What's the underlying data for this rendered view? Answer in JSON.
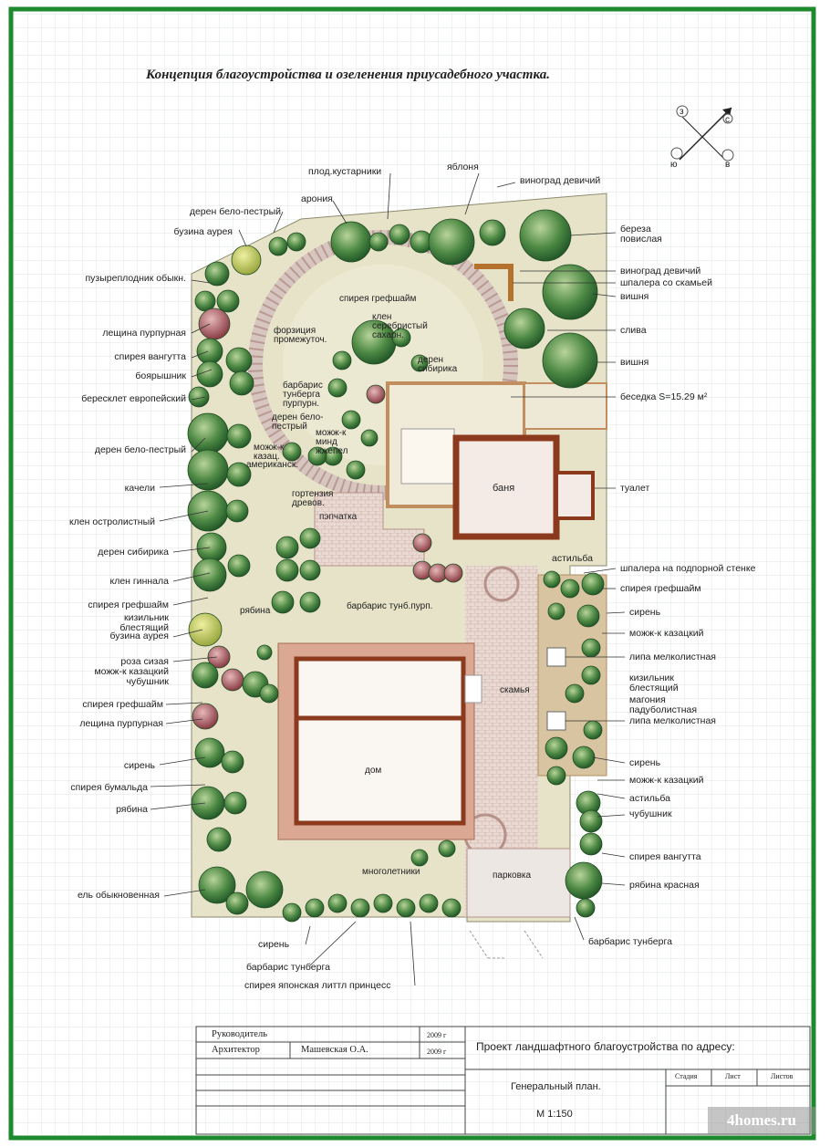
{
  "title": "Концепция благоустройства и озеленения приусадебного участка.",
  "compass": {
    "n": "с",
    "s": "ю",
    "w": "з",
    "e": "в"
  },
  "plants_left": [
    "дерен бело-пестрый",
    "бузина аурея",
    "пузыреплодник обыкн.",
    "лещина пурпурная",
    "спирея вангутта",
    "боярышник",
    "бересклет европейский",
    "дерен бело-пестрый",
    "качели",
    "клен остролистный",
    "дерен сибирика",
    "клен гиннала",
    "спирея грефшайм",
    "кизильник блестящий",
    "бузина аурея",
    "роза сизая",
    "можж-к казацкий",
    "чубушник",
    "спирея грефшайм",
    "лещина пурпурная",
    "сирень",
    "спирея бумальда",
    "рябина",
    "ель обыкновенная"
  ],
  "plants_top": [
    "плод.кустарники",
    "арония",
    "яблоня",
    "виноград девичий"
  ],
  "plants_right": [
    "береза повислая",
    "виноград девичий",
    "шпалера со скамьей",
    "вишня",
    "слива",
    "вишня",
    "беседка  S=15.29 м²",
    "туалет",
    "астильба",
    "шпалера на подпорной стенке",
    "спирея грефшайм",
    "сирень",
    "можж-к казацкий",
    "липа мелколистная",
    "кизильник блестящий",
    "магония падуболистная",
    "липа мелколистная",
    "сирень",
    "можж-к казацкий",
    "астильба",
    "чубушник",
    "спирея вангутта",
    "рябина красная",
    "барбарис тунберга"
  ],
  "plants_bottom": [
    "сирень",
    "барбарис тунберга",
    "спирея японская литтл принцесс"
  ],
  "inner_labels": {
    "spireya_gref": "спирея грефшайм",
    "forzitsia": "форзиция промежуточ.",
    "klen": "клен серебристый сахарн.",
    "deren_sib": "дерен сибирика",
    "barbaris": "барбарис тунберга пурпурн.",
    "deren_bp": "дерен бело-пестрый",
    "mozh_mind": "можж-к минд жжепел",
    "mozh_kaz": "можж-к казац.",
    "mozh_amer": "американск.",
    "gortenzia": "гортензия древов.",
    "paptchatka": "пэпчатка",
    "barbaris_tub": "барбарис тунб.пурп.",
    "ryabina": "рябина",
    "banya": "баня",
    "dom": "дом",
    "skamya": "скамья",
    "mnogoletniki": "многолетники",
    "parkovka": "парковка"
  },
  "stamp": {
    "role1": "Руководитель",
    "role2": "Архитектор",
    "name2": "Машевская О.А.",
    "year1": "2009 г",
    "year2": "2009 г",
    "project": "Проект ландшафтного благоустройства по адресу:",
    "sheet_title": "Генеральный план.",
    "scale": "М 1:150",
    "col_stage": "Стадия",
    "col_sheet": "Лист",
    "col_sheets": "Листов"
  },
  "watermark": "4homes.ru",
  "colors": {
    "frame": "#1e8a2e",
    "grid": "#c9d9cc",
    "lawn": "#e6e3c8",
    "brick": "#c9856f",
    "roof": "#8b3a1e",
    "tree": "#3f7a3c"
  }
}
